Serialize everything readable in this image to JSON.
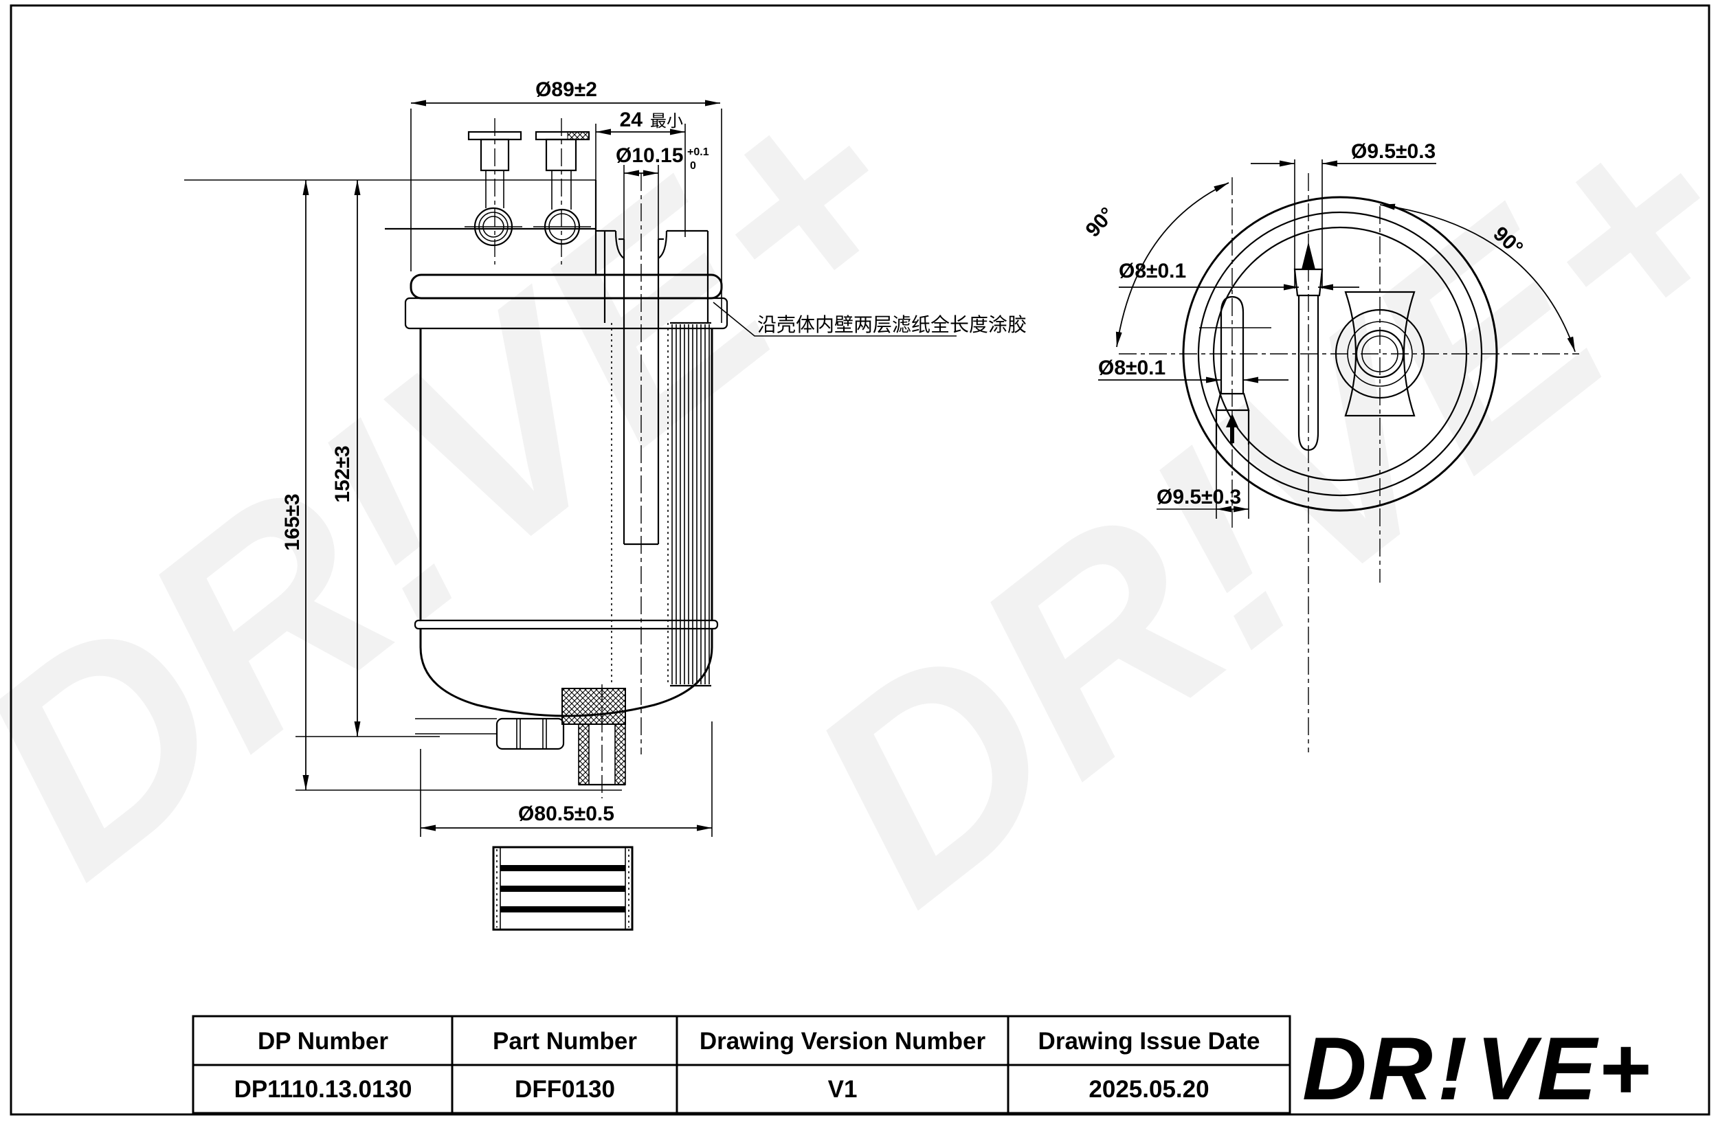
{
  "drawing": {
    "side_view": {
      "dim_top_width": "Ø89±2",
      "dim_port_gap_value": "24",
      "dim_port_gap_note": "最小",
      "dim_bore_value": "Ø10.15",
      "dim_bore_tol_plus": "+0.1",
      "dim_bore_tol_minus": "0",
      "dim_height_outer": "165±3",
      "dim_height_inner": "152±3",
      "dim_bottom_width": "Ø80.5±0.5",
      "note_cn": "沿壳体内壁两层滤纸全长度涂胶"
    },
    "top_view": {
      "dim_angle_left": "90°",
      "dim_angle_right": "90°",
      "dim_top_port_od": "Ø9.5±0.3",
      "dim_top_port_id": "Ø8±0.1",
      "dim_side_port_id": "Ø8±0.1",
      "dim_side_port_od": "Ø9.5±0.3"
    }
  },
  "title_block": {
    "columns": [
      {
        "header": "DP Number",
        "value": "DP1110.13.0130"
      },
      {
        "header": "Part Number",
        "value": "DFF0130"
      },
      {
        "header": "Drawing Version Number",
        "value": "V1"
      },
      {
        "header": "Drawing Issue Date",
        "value": "2025.05.20"
      }
    ]
  },
  "logo": {
    "left": "DR",
    "bang": "!",
    "right": "VE+",
    "color_orange": "#F36F21",
    "color_gray": "#54565A"
  },
  "watermark": {
    "text": "DR!VE+"
  }
}
